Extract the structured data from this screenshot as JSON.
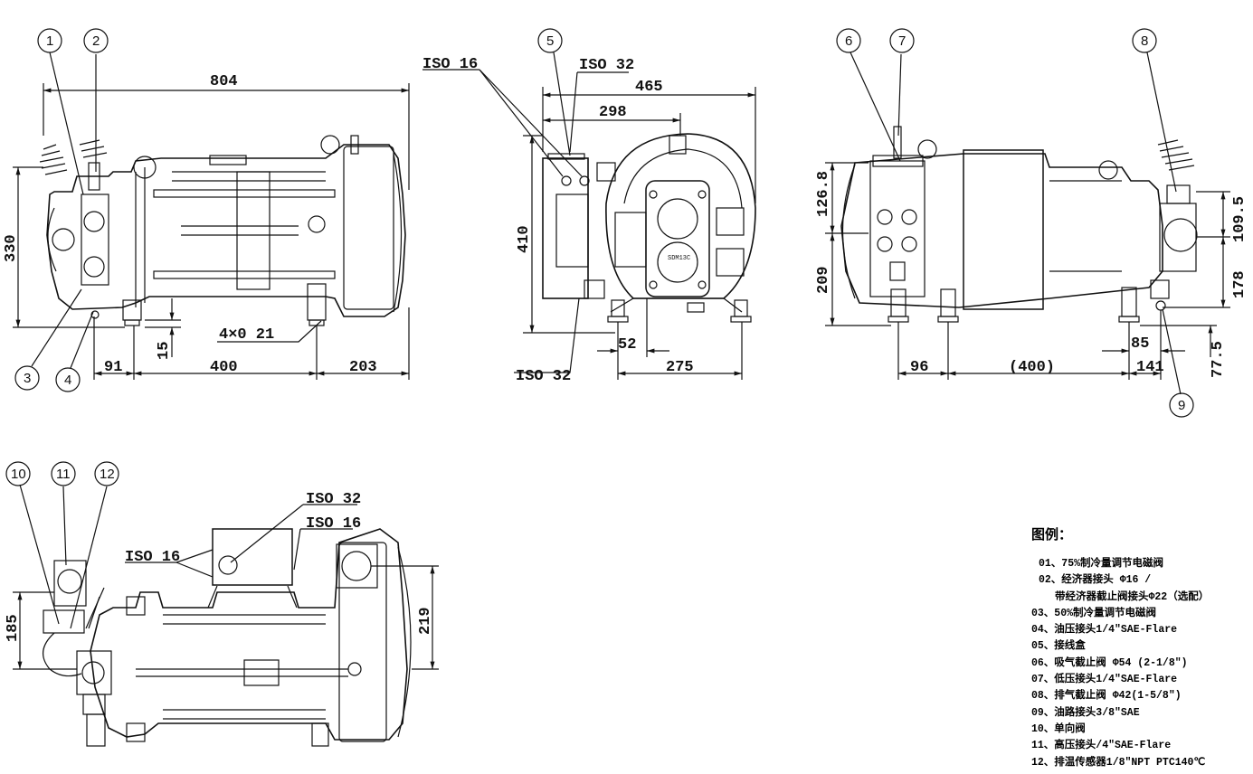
{
  "views": {
    "side_left": {
      "dims": {
        "overall_length": "804",
        "height": "330",
        "offset_left": "91",
        "foot_span": "400",
        "offset_right": "203",
        "foot_height": "15"
      },
      "holes": "4×0 21",
      "callouts": [
        "1",
        "2",
        "3",
        "4"
      ]
    },
    "end_view": {
      "dims": {
        "width": "465",
        "inner_width": "298",
        "height": "410",
        "small_offset": "52",
        "foot_span": "275"
      },
      "ports": {
        "iso16": "ISO 16",
        "iso32_top": "ISO 32",
        "iso32_bottom": "ISO 32"
      },
      "callouts": [
        "5"
      ],
      "plate_text": "SDM13C"
    },
    "side_right": {
      "dims": {
        "upper_height": "126.8",
        "lower_height": "209",
        "offset_left": "96",
        "foot_span": "(400)",
        "offset_right": "141",
        "dim_85": "85",
        "dim_109": "109.5",
        "dim_178": "178",
        "dim_77": "77.5"
      },
      "callouts": [
        "6",
        "7",
        "8",
        "9"
      ]
    },
    "top_view": {
      "dims": {
        "left_height": "185",
        "right_height": "219"
      },
      "ports": {
        "iso32": "ISO 32",
        "iso16_right": "ISO 16",
        "iso16_left": "ISO 16"
      },
      "callouts": [
        "10",
        "11",
        "12"
      ]
    }
  },
  "legend": {
    "title": "图例：",
    "items": [
      "01、75%制冷量调节电磁阀",
      "02、经济器接头 Φ16 /",
      "带经济器截止阀接头Φ22（选配）",
      "03、50%制冷量调节电磁阀",
      "04、油压接头1/4″SAE-Flare",
      "05、接线盒",
      "06、吸气截止阀 Φ54 (2-1/8″)",
      "07、低压接头1/4″SAE-Flare",
      "08、排气截止阀 Φ42(1-5/8″)",
      "09、油路接头3/8″SAE",
      "10、单向阀",
      "11、高压接头/4″SAE-Flare",
      "12、排温传感器1/8″NPT PTC140℃"
    ]
  }
}
